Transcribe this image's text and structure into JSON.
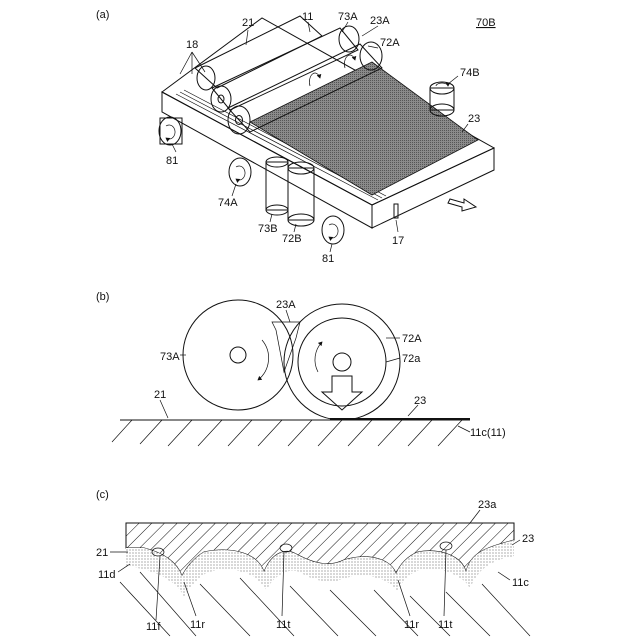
{
  "panel_a": {
    "tag": "(a)",
    "ref": "70B",
    "labels": {
      "l21": "21",
      "l11": "11",
      "l73A": "73A",
      "l23A": "23A",
      "l72A": "72A",
      "l18": "18",
      "l74B": "74B",
      "l23": "23",
      "l81a": "81",
      "l74A": "74A",
      "l73B": "73B",
      "l72B": "72B",
      "l17": "17",
      "l81b": "81"
    }
  },
  "panel_b": {
    "tag": "(b)",
    "labels": {
      "l23A": "23A",
      "l72A": "72A",
      "l73A": "73A",
      "l72a": "72a",
      "l21": "21",
      "l23": "23",
      "l11c": "11c(11)"
    }
  },
  "panel_c": {
    "tag": "(c)",
    "labels": {
      "l23a": "23a",
      "l23": "23",
      "l21": "21",
      "l11d": "11d",
      "l11c": "11c",
      "l11f": "11f",
      "l11r1": "11r",
      "l11t1": "11t",
      "l11r2": "11r",
      "l11t2": "11t"
    }
  },
  "colors": {
    "ink": "#111111",
    "film": "#555555",
    "stipple": "#bbbbbb"
  }
}
